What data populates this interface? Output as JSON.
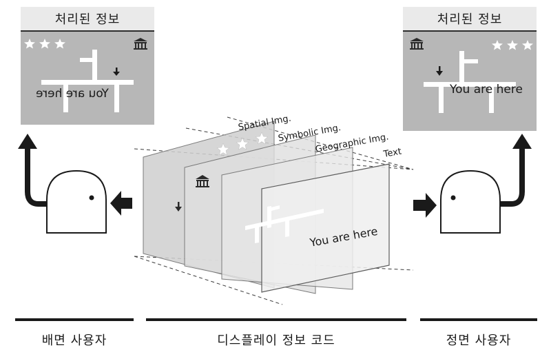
{
  "panels": {
    "left_title": "처리된 정보",
    "left_text": "You are here",
    "right_title": "처리된 정보",
    "right_text": "You are here"
  },
  "layers": {
    "spatial": "Spatial Img.",
    "symbolic": "Symbolic Img.",
    "geographic": "Geographic Img.",
    "text": "Text",
    "you_are_here": "You are here"
  },
  "bottom": {
    "left": "배면 사용자",
    "center": "디스플레이 정보 코드",
    "right": "정면 사용자"
  },
  "colors": {
    "map_bg": "#b7b7b7",
    "road": "#ffffff",
    "dark": "#1a1a1a",
    "plane": "#d9d9d9"
  },
  "icons": [
    "star-icon",
    "museum-icon",
    "down-arrow-icon",
    "person-head-icon"
  ]
}
